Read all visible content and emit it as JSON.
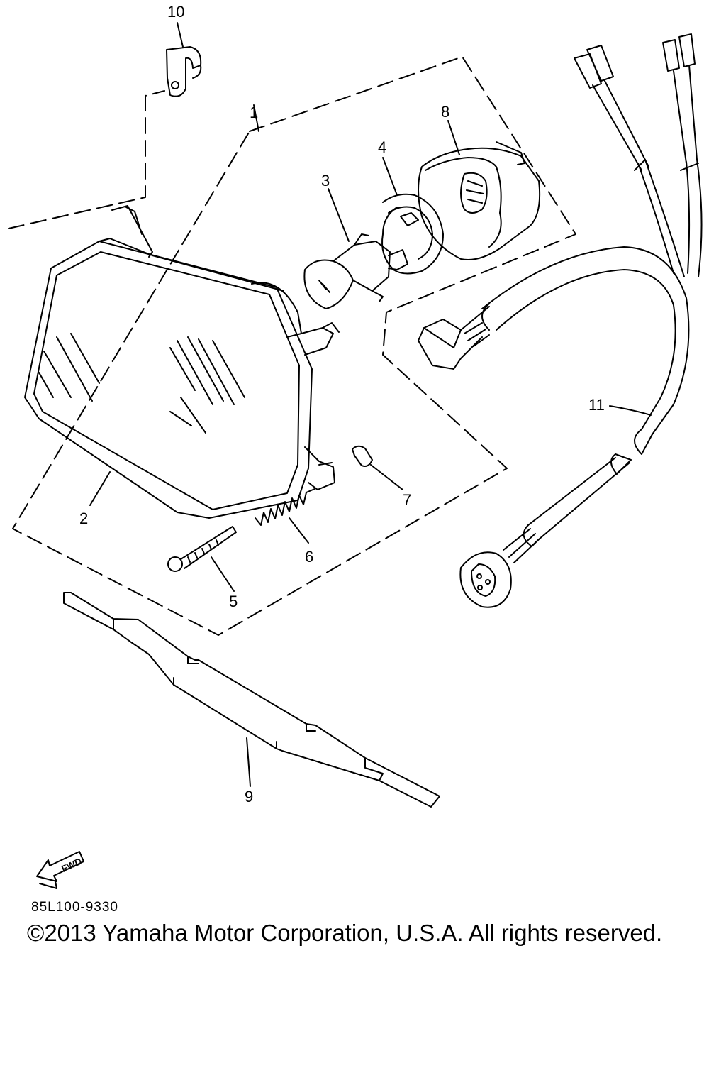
{
  "diagram": {
    "callouts": {
      "c1": "1",
      "c2": "2",
      "c3": "3",
      "c4": "4",
      "c5": "5",
      "c6": "6",
      "c7": "7",
      "c8": "8",
      "c9": "9",
      "c10": "10",
      "c11": "11"
    },
    "fwd_label": "FWD"
  },
  "footer": {
    "part_code": "85L100-9330",
    "copyright": "©2013 Yamaha Motor Corporation, U.S.A. All rights reserved."
  }
}
